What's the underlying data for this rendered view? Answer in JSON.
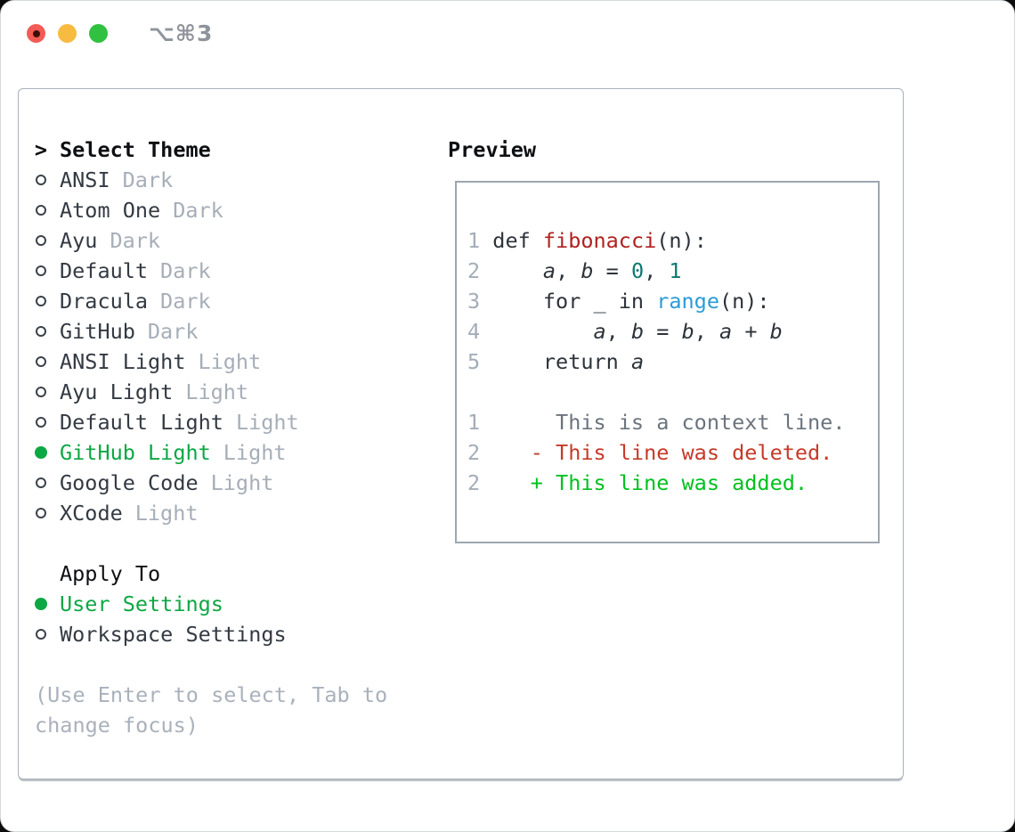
{
  "window": {
    "title": "⌥⌘3",
    "buttons": [
      "close",
      "minimize",
      "zoom"
    ]
  },
  "colors": {
    "selection_green": "#0ca843",
    "added_green": "#00c11e",
    "deleted_red": "#c63a28",
    "function_red": "#b0211f",
    "number_teal": "#0b7a70",
    "builtin_blue": "#2b9bd7",
    "context_gray": "#6b747d",
    "muted_gray": "#a6aeb8",
    "text_dark": "#333a43",
    "panel_border": "#a8b1ba",
    "traffic_red": "#f25c55",
    "traffic_yellow": "#f6bb40",
    "traffic_green": "#31c140"
  },
  "theme_panel": {
    "header": {
      "prefix": ">",
      "label": "Select Theme"
    },
    "themes": [
      {
        "name": "ANSI",
        "variant": "Dark",
        "selected": false
      },
      {
        "name": "Atom One",
        "variant": "Dark",
        "selected": false
      },
      {
        "name": "Ayu",
        "variant": "Dark",
        "selected": false
      },
      {
        "name": "Default",
        "variant": "Dark",
        "selected": false
      },
      {
        "name": "Dracula",
        "variant": "Dark",
        "selected": false
      },
      {
        "name": "GitHub",
        "variant": "Dark",
        "selected": false
      },
      {
        "name": "ANSI Light",
        "variant": "Light",
        "selected": false
      },
      {
        "name": "Ayu Light",
        "variant": "Light",
        "selected": false
      },
      {
        "name": "Default Light",
        "variant": "Light",
        "selected": false
      },
      {
        "name": "GitHub Light",
        "variant": "Light",
        "selected": true
      },
      {
        "name": "Google Code",
        "variant": "Light",
        "selected": false
      },
      {
        "name": "XCode",
        "variant": "Light",
        "selected": false
      }
    ],
    "apply_to": {
      "label": "Apply To",
      "options": [
        {
          "name": "User Settings",
          "selected": true
        },
        {
          "name": "Workspace Settings",
          "selected": false
        }
      ]
    },
    "help_lines": [
      "(Use Enter to select, Tab to",
      "change focus)"
    ]
  },
  "preview": {
    "title": "Preview",
    "lines": [
      {
        "num": "1",
        "kind": "code",
        "tokens": [
          {
            "t": " def ",
            "c": "plain"
          },
          {
            "t": "fibonacci",
            "c": "fn"
          },
          {
            "t": "(n):",
            "c": "plain"
          }
        ]
      },
      {
        "num": "2",
        "kind": "code",
        "tokens": [
          {
            "t": "     ",
            "c": "plain"
          },
          {
            "t": "a",
            "c": "var"
          },
          {
            "t": ", ",
            "c": "plain"
          },
          {
            "t": "b",
            "c": "var"
          },
          {
            "t": " = ",
            "c": "plain"
          },
          {
            "t": "0",
            "c": "lit"
          },
          {
            "t": ", ",
            "c": "plain"
          },
          {
            "t": "1",
            "c": "lit"
          }
        ]
      },
      {
        "num": "3",
        "kind": "code",
        "tokens": [
          {
            "t": "     for _ in ",
            "c": "plain"
          },
          {
            "t": "range",
            "c": "builtin"
          },
          {
            "t": "(n):",
            "c": "plain"
          }
        ]
      },
      {
        "num": "4",
        "kind": "code",
        "tokens": [
          {
            "t": "         ",
            "c": "plain"
          },
          {
            "t": "a",
            "c": "var"
          },
          {
            "t": ", ",
            "c": "plain"
          },
          {
            "t": "b",
            "c": "var"
          },
          {
            "t": " = ",
            "c": "plain"
          },
          {
            "t": "b",
            "c": "var"
          },
          {
            "t": ", ",
            "c": "plain"
          },
          {
            "t": "a",
            "c": "var"
          },
          {
            "t": " + ",
            "c": "plain"
          },
          {
            "t": "b",
            "c": "var"
          }
        ]
      },
      {
        "num": "5",
        "kind": "code",
        "tokens": [
          {
            "t": "     return ",
            "c": "plain"
          },
          {
            "t": "a",
            "c": "var"
          }
        ]
      },
      {
        "num": "",
        "kind": "blank",
        "tokens": []
      },
      {
        "num": "1",
        "kind": "diff-context",
        "tokens": [
          {
            "t": "      This is a context line.",
            "c": "ctx"
          }
        ]
      },
      {
        "num": "2",
        "kind": "diff-deleted",
        "tokens": [
          {
            "t": "    - This line was deleted.",
            "c": "del"
          }
        ]
      },
      {
        "num": "2",
        "kind": "diff-added",
        "tokens": [
          {
            "t": "    + This line was added.",
            "c": "add"
          }
        ]
      }
    ]
  }
}
